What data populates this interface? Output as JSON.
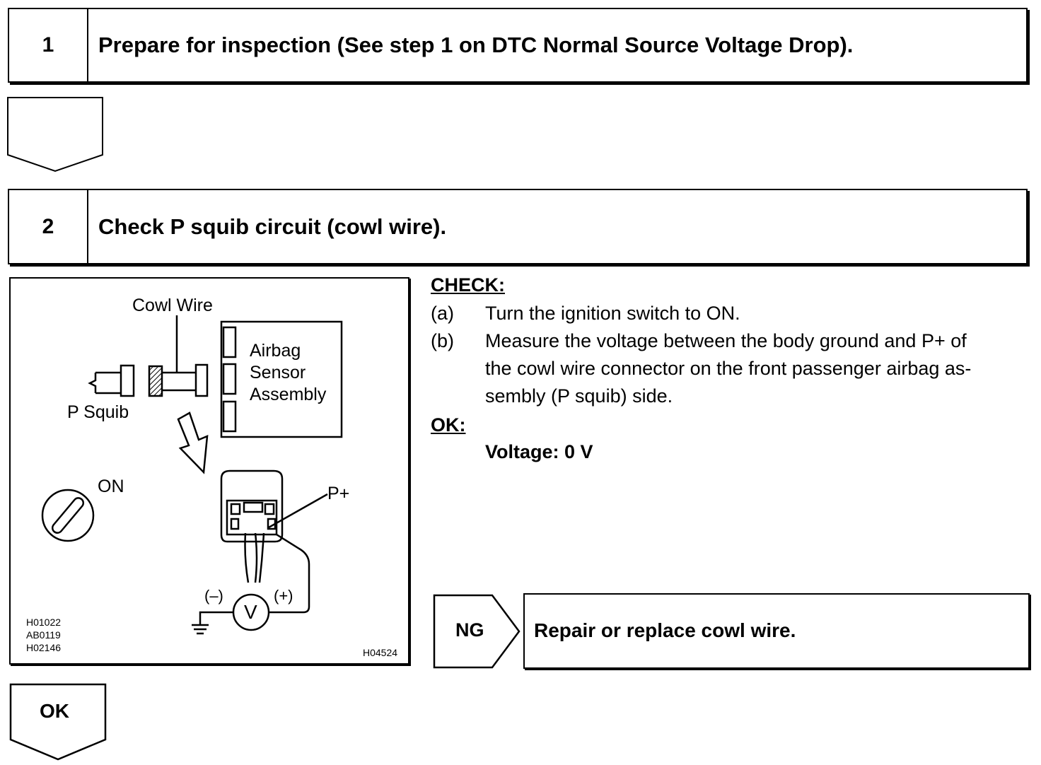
{
  "step1": {
    "number": "1",
    "title": "Prepare for inspection (See step 1 on DTC Normal Source Voltage Drop)."
  },
  "step2": {
    "number": "2",
    "title": "Check P squib circuit (cowl wire)."
  },
  "figure": {
    "labels": {
      "cowl_wire": "Cowl Wire",
      "airbag_line1": "Airbag",
      "airbag_line2": "Sensor",
      "airbag_line3": "Assembly",
      "p_squib": "P Squib",
      "on": "ON",
      "p_plus": "P+",
      "minus": "(–)",
      "plus": "(+)",
      "meter": "V"
    },
    "codes": [
      "H01022",
      "AB0119",
      "H02146"
    ],
    "figure_id": "H04524"
  },
  "check": {
    "heading": "CHECK:",
    "items": [
      {
        "marker": "(a)",
        "lines": [
          "Turn the ignition switch to ON."
        ]
      },
      {
        "marker": "(b)",
        "lines": [
          "Measure the voltage between the body ground and P+ of",
          "the cowl wire connector on the front passenger airbag as-",
          "sembly (P squib) side."
        ]
      }
    ],
    "ok_heading": "OK:",
    "ok_value": "Voltage: 0 V"
  },
  "ng": {
    "label": "NG",
    "action": "Repair or replace cowl wire."
  },
  "ok_label": "OK"
}
